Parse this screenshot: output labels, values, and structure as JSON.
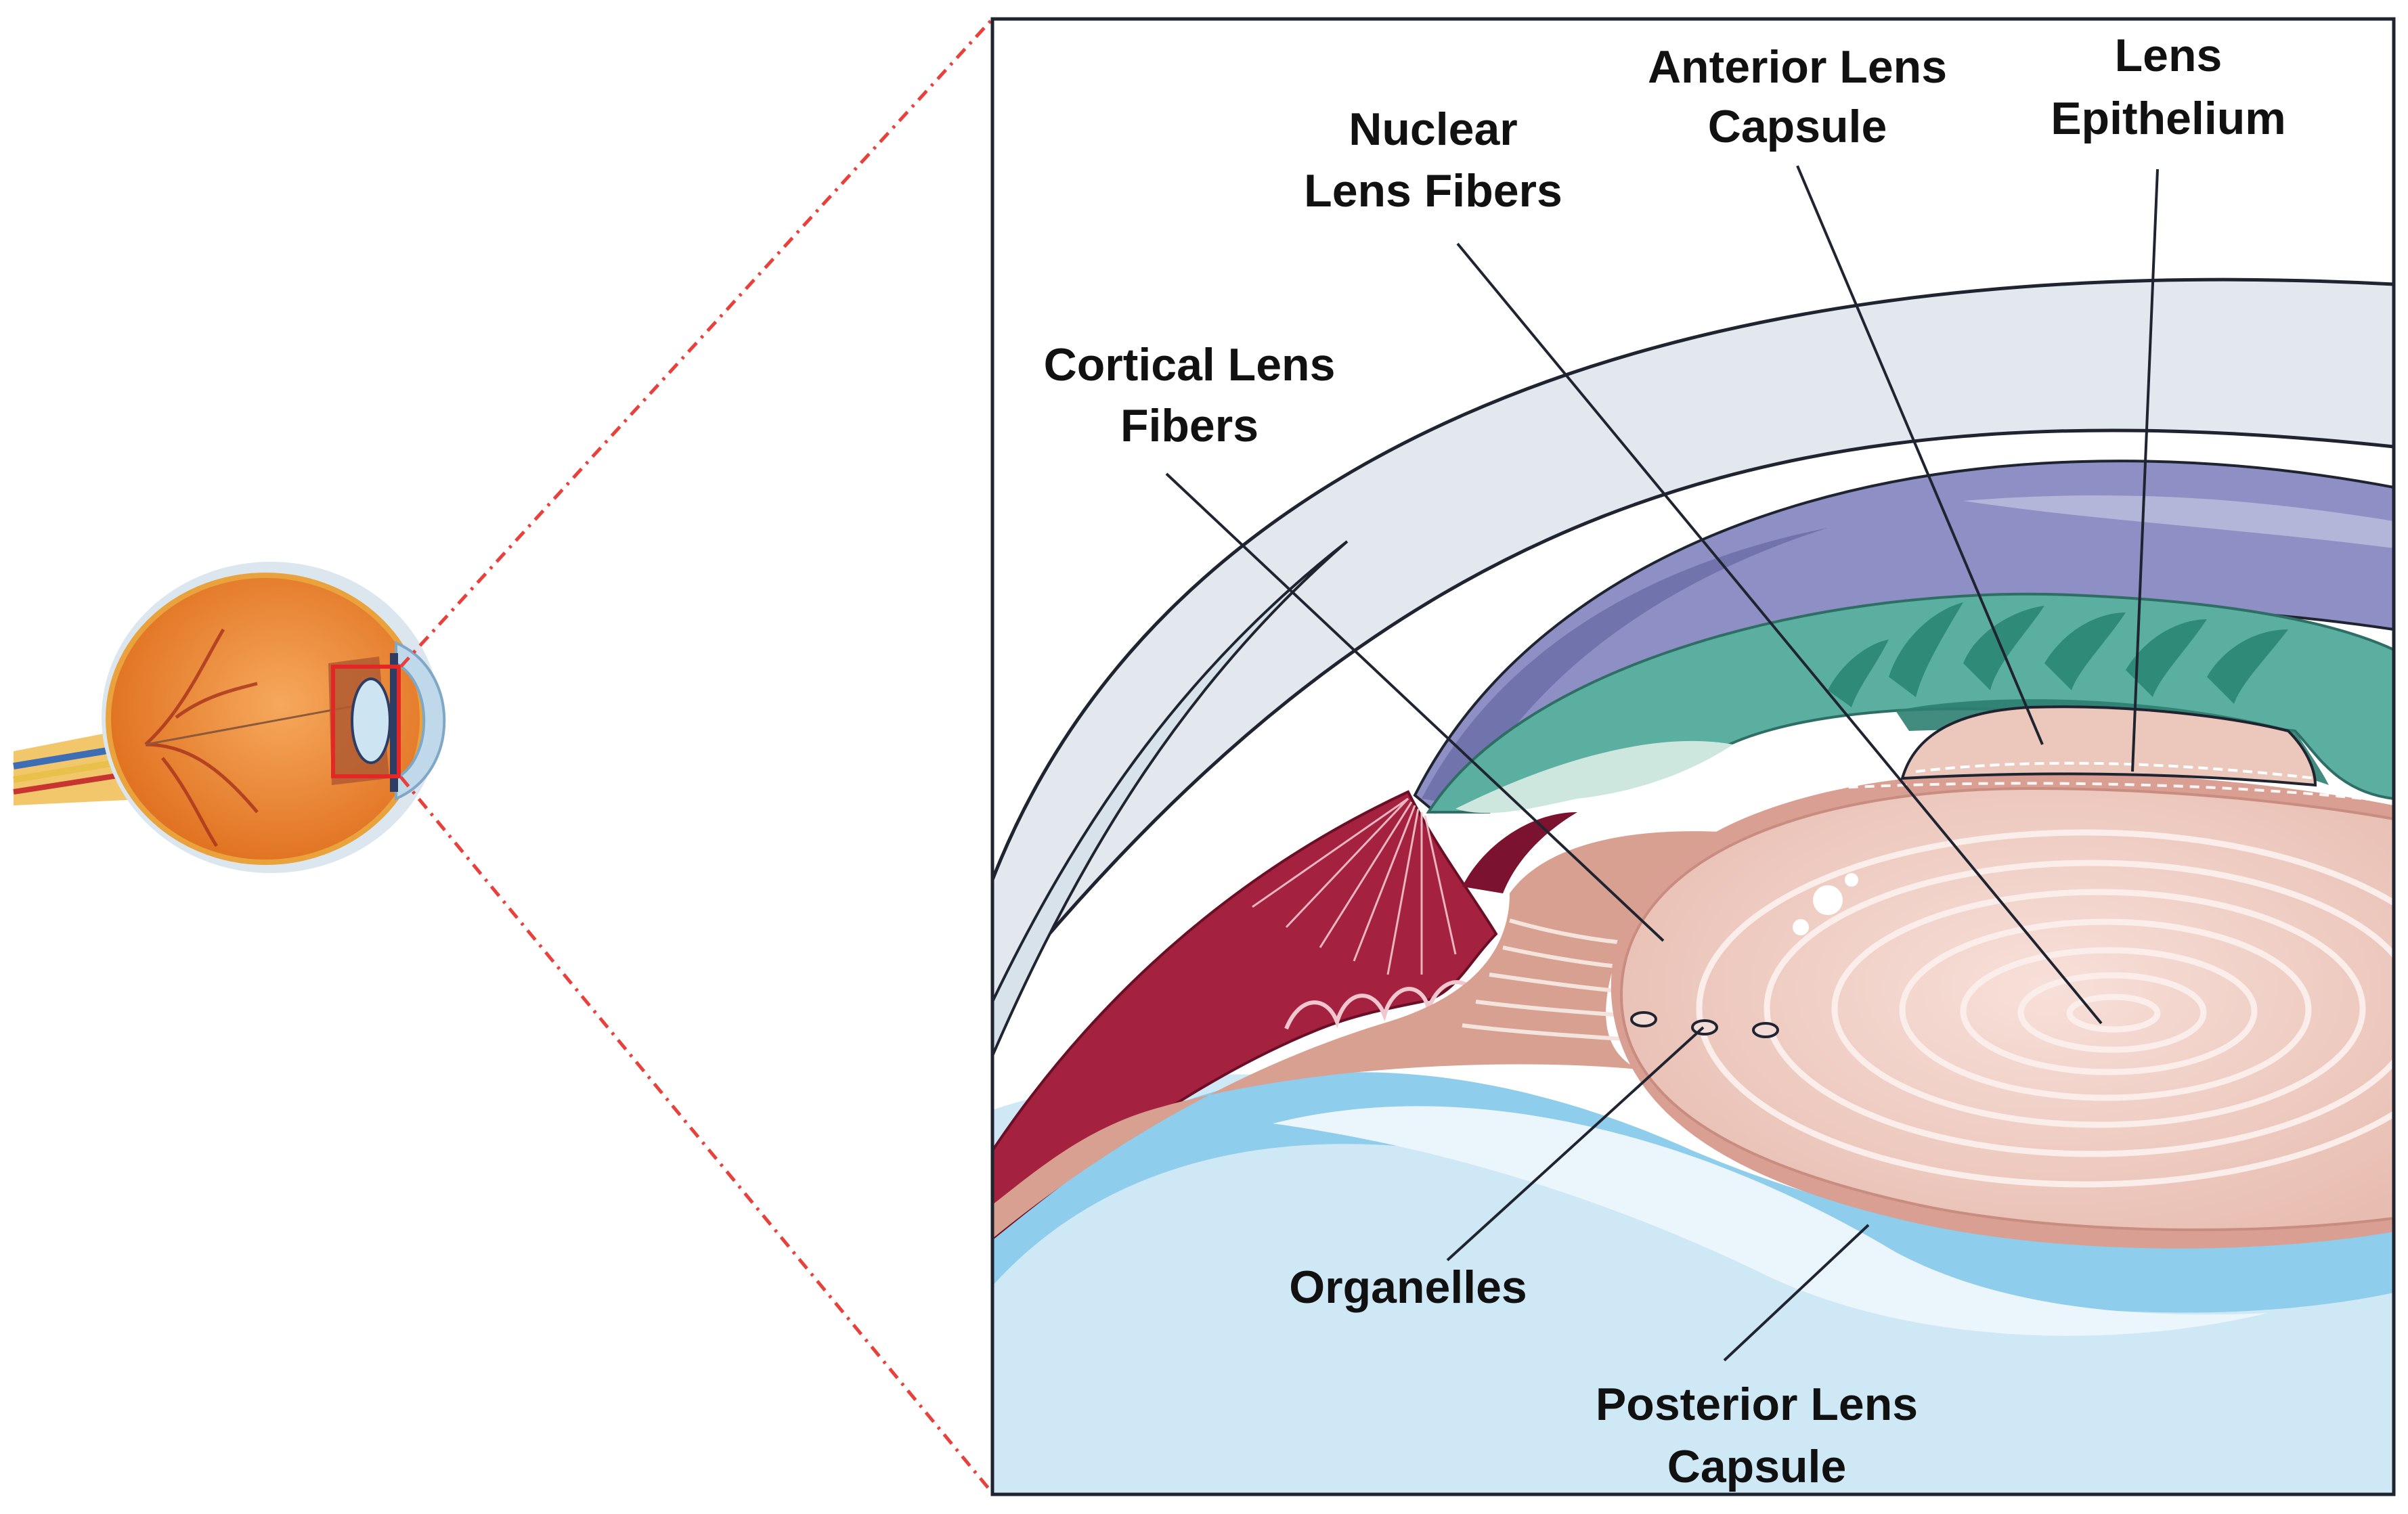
{
  "labels": {
    "nuclear_line1": "Nuclear",
    "nuclear_line2": "Lens Fibers",
    "anterior_line1": "Anterior Lens",
    "anterior_line2": "Capsule",
    "epithelium_line1": "Lens",
    "epithelium_line2": "Epithelium",
    "cortical_line1": "Cortical Lens",
    "cortical_line2": "Fibers",
    "organelles": "Organelles",
    "posterior_line1": "Posterior Lens",
    "posterior_line2": "Capsule"
  },
  "colors": {
    "zoom_line": "#e8413c",
    "sclera": "#e2e8ee",
    "iris": "#8e8fc4",
    "ciliary": "#4fa99a",
    "red_tissue": "#a4223f",
    "lens": "#efcfc6",
    "vitreous": "#cde7f5",
    "eyeball": "#e8832e"
  }
}
